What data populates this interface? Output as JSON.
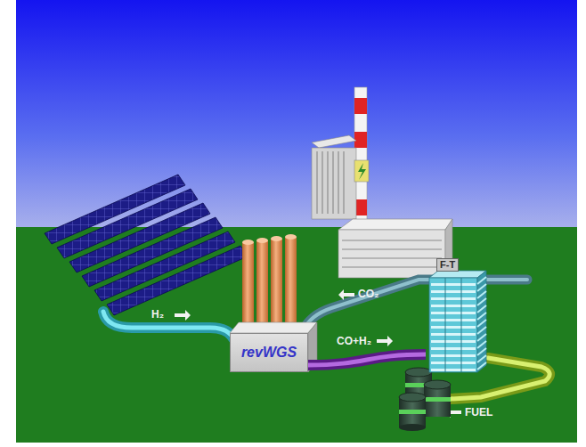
{
  "diagram": {
    "nodes": [
      {
        "text": [
          "revWGS"
        ]
      },
      {
        "text": [
          "F-T"
        ]
      }
    ],
    "edges": [
      {
        "from": 0,
        "to": 1,
        "arrow": "none",
        "label": "CO+H₂"
      }
    ],
    "labels": [
      "H₂",
      "CO₂",
      "FUEL"
    ]
  }
}
